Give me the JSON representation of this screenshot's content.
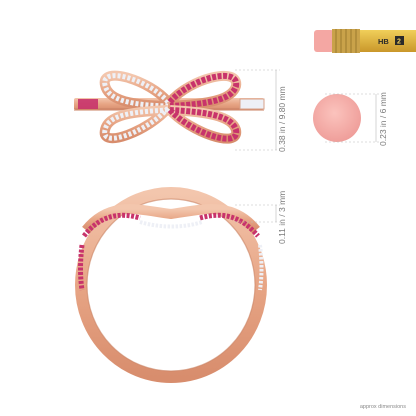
{
  "pencil": {
    "grade": "HB",
    "number": "2"
  },
  "dimensions": {
    "ring_top_height": "0.38 in / 9.80 mm",
    "eraser_diameter": "0.23 in / 6 mm",
    "band_width": "0.11 in / 3 mm"
  },
  "footer": {
    "note": "approx dimensions"
  },
  "colors": {
    "rose_gold": "#e9a98a",
    "pink_sapphire": "#c8336b",
    "diamond": "#eef0f6",
    "eraser": "#f3a8a4",
    "pencil": "#e2b73a"
  }
}
